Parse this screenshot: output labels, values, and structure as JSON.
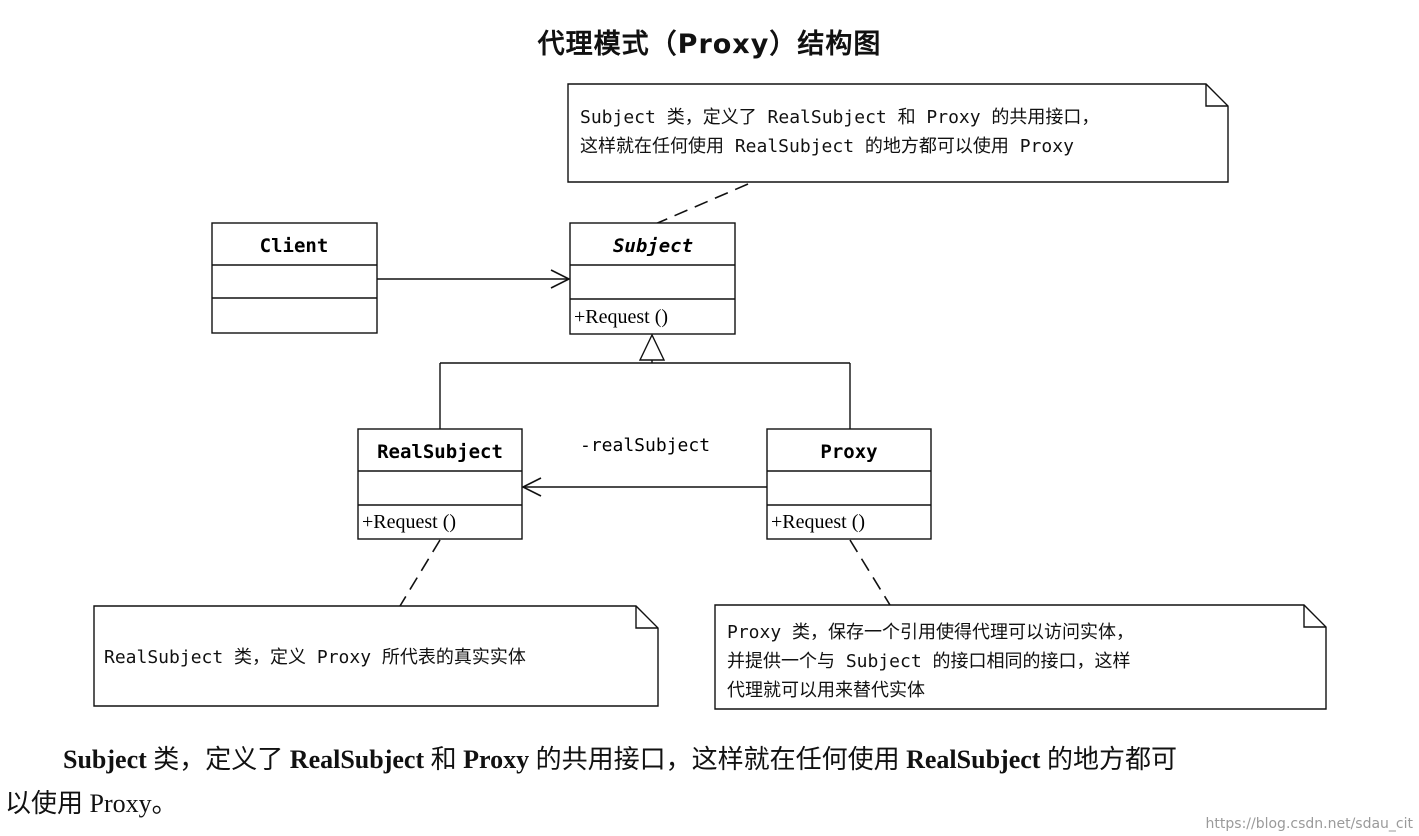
{
  "title": "代理模式（Proxy）结构图",
  "notes": {
    "subject": {
      "line1": "Subject 类，定义了 RealSubject 和 Proxy 的共用接口，",
      "line2": "这样就在任何使用 RealSubject 的地方都可以使用 Proxy"
    },
    "realsubject": {
      "line1": "RealSubject 类，定义 Proxy 所代表的真实实体"
    },
    "proxy": {
      "line1": "Proxy 类，保存一个引用使得代理可以访问实体，",
      "line2": "并提供一个与 Subject 的接口相同的接口，这样",
      "line3": "代理就可以用来替代实体"
    }
  },
  "classes": {
    "client": {
      "name": "Client"
    },
    "subject": {
      "name": "Subject",
      "operation": "+Request ()"
    },
    "realsubject": {
      "name": "RealSubject",
      "operation": "+Request ()"
    },
    "proxy": {
      "name": "Proxy",
      "operation": "+Request ()"
    }
  },
  "association_label": "-realSubject",
  "bottom": {
    "t1": "Subject",
    "t2": " 类，定义了 ",
    "t3": "RealSubject",
    "t4": " 和 ",
    "t5": "Proxy",
    "t6": " 的共用接口，这样就在任何使用 ",
    "t7": "RealSubject",
    "t8": " 的地方都可",
    "t9": "以使用 Proxy。"
  },
  "watermark": "https://blog.csdn.net/sdau_cit"
}
